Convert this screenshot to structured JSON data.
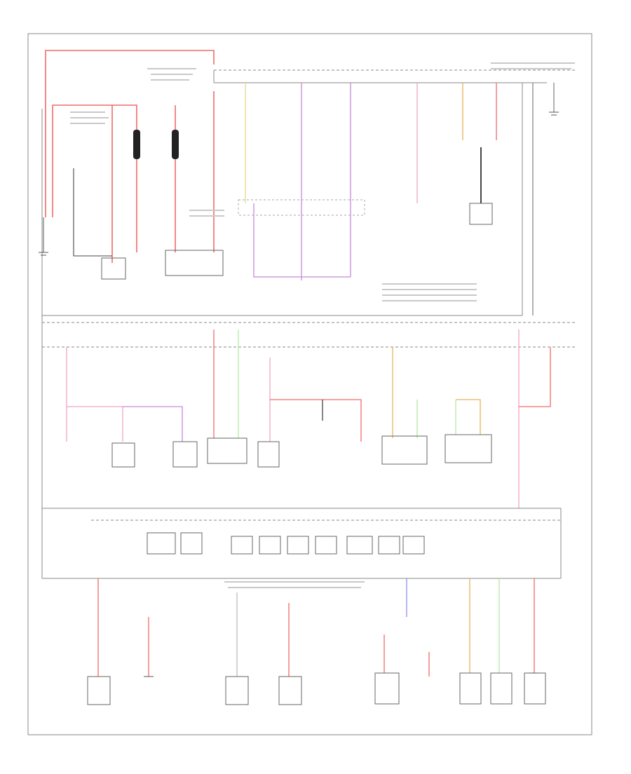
{
  "diagram": {
    "kind": "wiring-schematic",
    "labels_legible": false,
    "footer_code": "",
    "wire_colors": {
      "red": "#f06a6a",
      "pink": "#f2a5c4",
      "violet": "#c58ad8",
      "yellow": "#e4d98a",
      "light_green": "#b7e6a8",
      "orange": "#e8b35a",
      "blue": "#8f8ff0",
      "ground": "#555555",
      "frame": "#888888"
    },
    "components": [
      {
        "id": "starter-motor",
        "label": ""
      },
      {
        "id": "generator",
        "label": ""
      },
      {
        "id": "fuse-link-1",
        "label": ""
      },
      {
        "id": "fuse-link-2",
        "label": ""
      },
      {
        "id": "battery-junction-box",
        "label": ""
      },
      {
        "id": "ignition-switch-module",
        "label": ""
      },
      {
        "id": "blower-motor",
        "label": ""
      },
      {
        "id": "driver-seat-module",
        "label": ""
      },
      {
        "id": "passenger-seat-module",
        "label": ""
      },
      {
        "id": "front-seat-module-1",
        "label": ""
      },
      {
        "id": "front-seat-module-2",
        "label": ""
      },
      {
        "id": "front-seat-module-3",
        "label": ""
      },
      {
        "id": "center-module-a",
        "label": ""
      },
      {
        "id": "center-module-b",
        "label": ""
      },
      {
        "id": "center-module-c",
        "label": ""
      },
      {
        "id": "right-module-a",
        "label": ""
      },
      {
        "id": "right-module-b",
        "label": ""
      },
      {
        "id": "bottom-module-1",
        "label": ""
      },
      {
        "id": "bottom-module-2",
        "label": ""
      },
      {
        "id": "bottom-module-3",
        "label": ""
      },
      {
        "id": "bottom-module-4",
        "label": ""
      },
      {
        "id": "bottom-module-5",
        "label": ""
      },
      {
        "id": "bottom-module-6",
        "label": ""
      },
      {
        "id": "bottom-module-7",
        "label": ""
      }
    ]
  }
}
